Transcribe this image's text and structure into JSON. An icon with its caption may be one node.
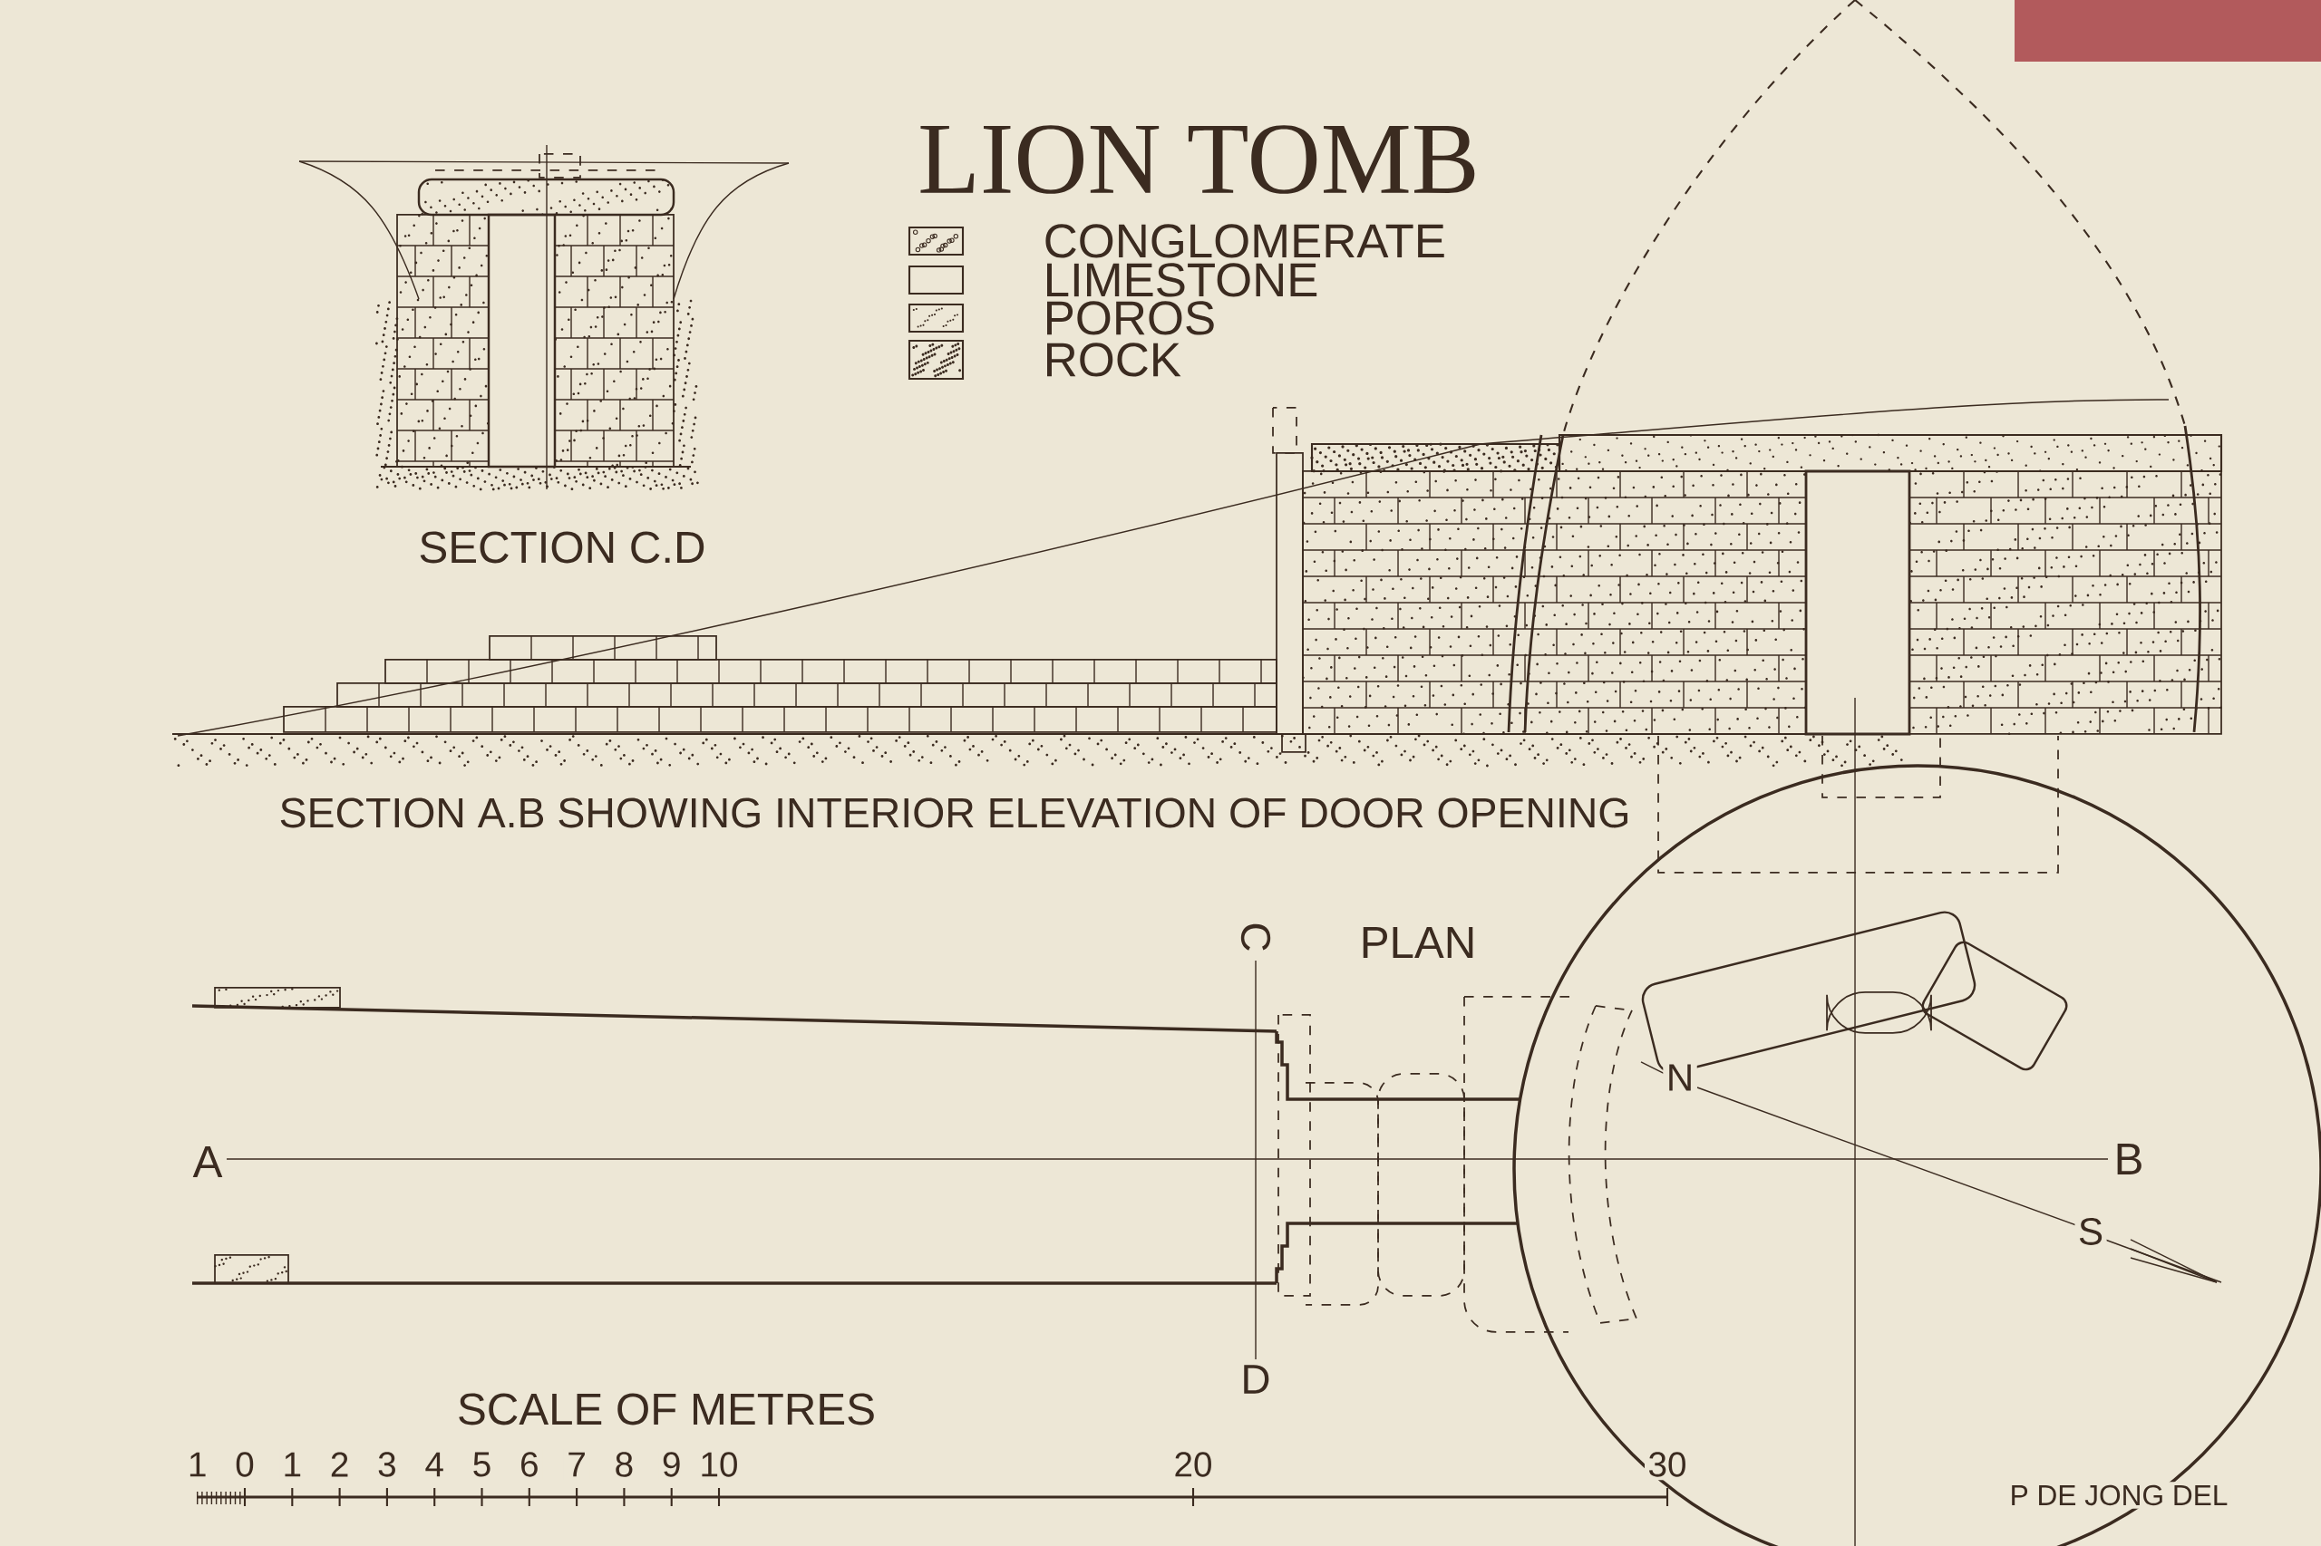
{
  "diagram": {
    "title": "LION TOMB",
    "legend": [
      {
        "text": "CONGLOMERATE"
      },
      {
        "text": "LIMESTONE"
      },
      {
        "text": "POROS"
      },
      {
        "text": "ROCK"
      }
    ],
    "labels": [
      "SECTION C.D",
      "SECTION A.B SHOWING INTERIOR ELEVATION OF DOOR OPENING",
      "C",
      "PLAN",
      "N",
      "A",
      "B",
      "S",
      "D",
      "SCALE OF METRES",
      "1",
      "0",
      "1",
      "2",
      "3",
      "4",
      "5",
      "6",
      "7",
      "8",
      "9",
      "10",
      "20",
      "30",
      "P DE JONG DEL"
    ]
  }
}
